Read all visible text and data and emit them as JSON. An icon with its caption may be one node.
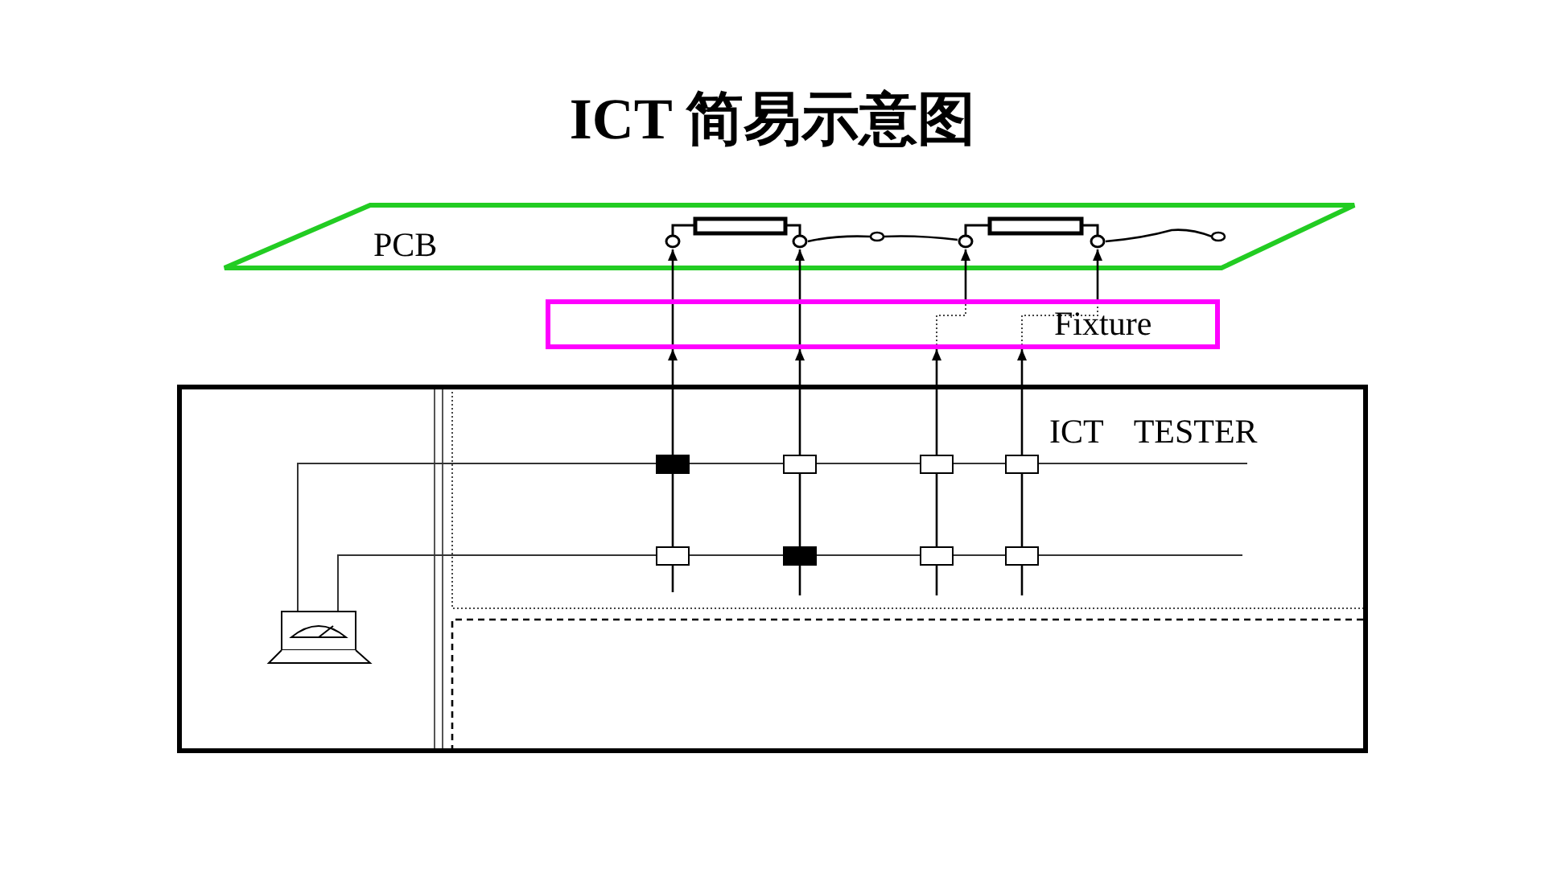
{
  "diagram": {
    "title": "ICT 简易示意图",
    "nodes": [
      {
        "text": [
          "PCB"
        ]
      },
      {
        "text": [],
        "shape": "circle",
        "in": 0
      },
      {
        "text": [],
        "shape": "circle",
        "in": 0
      },
      {
        "text": [],
        "shape": "circle",
        "in": 0
      },
      {
        "text": [],
        "shape": "circle",
        "in": 0
      },
      {
        "text": [
          "Fixture"
        ]
      },
      {
        "text": [
          "ICT TESTER"
        ]
      }
    ],
    "edges": [
      {
        "from": 6,
        "to": 5,
        "arrow": "to"
      },
      {
        "from": 5,
        "to": 1,
        "arrow": "to"
      },
      {
        "from": 6,
        "to": 5,
        "arrow": "to"
      },
      {
        "from": 5,
        "to": 2,
        "arrow": "to"
      },
      {
        "from": 6,
        "to": 5,
        "arrow": "to"
      },
      {
        "from": 5,
        "to": 3,
        "arrow": "to"
      },
      {
        "from": 6,
        "to": 5,
        "arrow": "to"
      },
      {
        "from": 5,
        "to": 4,
        "arrow": "to"
      }
    ]
  }
}
